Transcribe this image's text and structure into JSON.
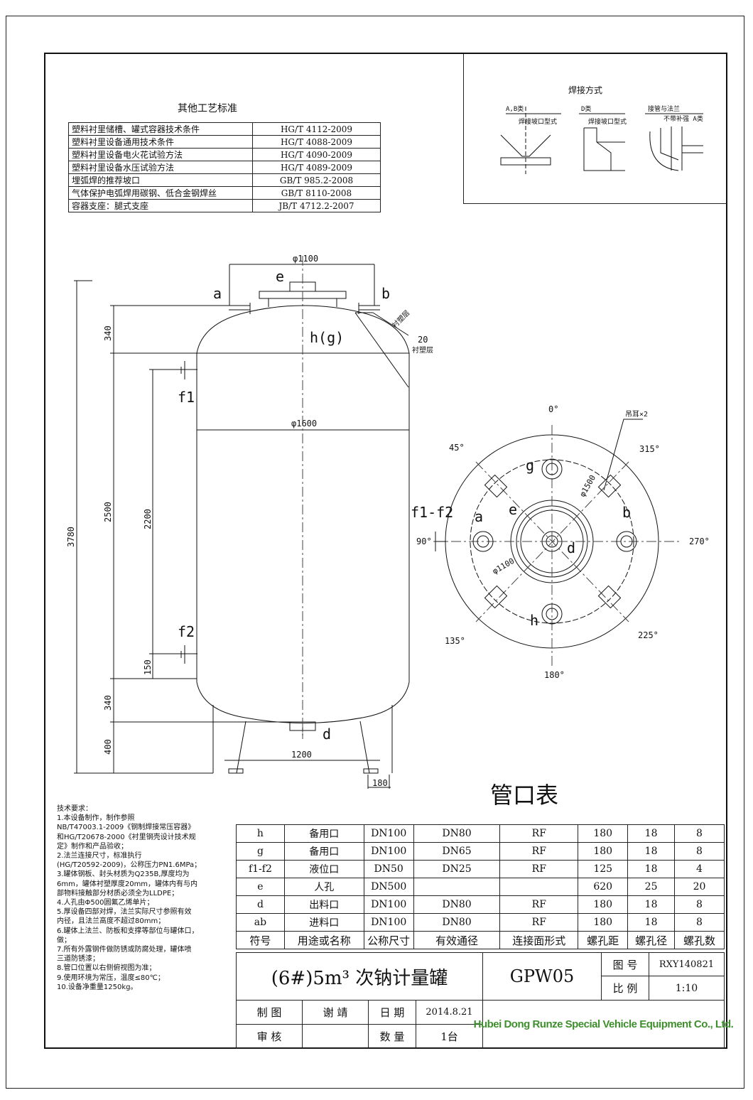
{
  "standards": {
    "title": "其他工艺标准",
    "rows": [
      {
        "name": "塑料衬里储槽、罐式容器技术条件",
        "code": "HG/T 4112-2009"
      },
      {
        "name": "塑料衬里设备通用技术条件",
        "code": "HG/T 4088-2009"
      },
      {
        "name": "塑料衬里设备电火花试验方法",
        "code": "HG/T 4090-2009"
      },
      {
        "name": "塑料衬里设备水压试验方法",
        "code": "HG/T 4089-2009"
      },
      {
        "name": "埋弧焊的推荐坡口",
        "code": "GB/T 985.2-2008"
      },
      {
        "name": "气体保护电弧焊用碳钢、低合金钢焊丝",
        "code": "GB/T 8110-2008"
      },
      {
        "name": "容器支座：腿式支座",
        "code": "JB/T 4712.2-2007"
      }
    ]
  },
  "welding": {
    "title": "焊接方式",
    "d1": "A,B类",
    "d1_sub": "焊接坡口型式",
    "d2": "D类",
    "d2_sub": "焊接坡口型式",
    "d3": "接管与法兰",
    "d3_sub": "不带补强 A类"
  },
  "elevation": {
    "dia_top": "φ1100",
    "dia_shell": "φ1600",
    "dia_legs": "1200",
    "leg_width": "180",
    "dim_total": "3780",
    "dim_head_top": "340",
    "dim_shell": "2500",
    "dim_head_bottom": "340",
    "dim_legs": "400",
    "dim_f": "2200",
    "dim_f2": "150",
    "lining": "20",
    "lining_label": "衬塑层",
    "lining_label2": "衬塑层",
    "label_a": "a",
    "label_b": "b",
    "label_e": "e",
    "label_f1": "f1",
    "label_f2": "f2",
    "label_d": "d",
    "label_hg": "h(g)"
  },
  "plan": {
    "deg_0": "0°",
    "deg_45": "45°",
    "deg_90": "90°",
    "deg_135": "135°",
    "deg_180": "180°",
    "deg_225": "225°",
    "deg_270": "270°",
    "deg_315": "315°",
    "bolt_circle": "φ1500",
    "manhole_dia": "φ1100",
    "lug_note": "吊耳×2",
    "label_g": "g",
    "label_h": "h",
    "label_a": "a",
    "label_b": "b",
    "label_e": "e",
    "label_d": "d",
    "label_f": "f1-f2"
  },
  "nozzle_table": {
    "title": "管口表",
    "header": [
      "符号",
      "用途或名称",
      "公称尺寸",
      "有效通径",
      "连接面形式",
      "螺孔距",
      "螺孔径",
      "螺孔数"
    ],
    "rows": [
      [
        "h",
        "备用口",
        "DN100",
        "DN80",
        "RF",
        "180",
        "18",
        "8"
      ],
      [
        "g",
        "备用口",
        "DN100",
        "DN65",
        "RF",
        "180",
        "18",
        "8"
      ],
      [
        "f1-f2",
        "液位口",
        "DN50",
        "DN25",
        "RF",
        "125",
        "18",
        "4"
      ],
      [
        "e",
        "人孔",
        "DN500",
        "",
        "",
        "620",
        "25",
        "20"
      ],
      [
        "d",
        "出料口",
        "DN100",
        "DN80",
        "RF",
        "180",
        "18",
        "8"
      ],
      [
        "ab",
        "进料口",
        "DN100",
        "DN80",
        "RF",
        "180",
        "18",
        "8"
      ]
    ]
  },
  "notes": {
    "lines": [
      "技术要求：",
      "1.本设备制作，制作参照",
      "  NB/T47003.1-2009《钢制焊接常压容器》",
      "  和HG/T20678-2000《衬里钢壳设计技术规",
      "  定》制作和产品验收；",
      "2.法兰连接尺寸，标准执行",
      "  (HG/T20592-2009)，公称压力PN1.6MPa；",
      "3.罐体钢板、封头材质为Q235B,厚度均为",
      "  6mm，罐体衬塑厚度20mm，罐体内有与内",
      "  部物料接触部分材质必须全为LLDPE；",
      "4.人孔由Φ500圆氟乙烯单片；",
      "5.厚设备四部对焊，法兰实际尺寸参照有效",
      "  内径，且法兰高度不超过80mm；",
      "6.罐体上法兰、防板和支撑等部位与罐体口，",
      "  做；",
      "7.所有外露钢件做防锈或防腐处理，罐体喷",
      "  三道防锈漆；",
      "8.管口位置以右侧俯视图为准；",
      "9.使用环境为常压，温度≤80℃；",
      "10.设备净重量1250kg。"
    ]
  },
  "title_block": {
    "name": "(6#)5m³ 次钠计量罐",
    "drawing_no": "GPW05",
    "figure_label": "图 号",
    "figure_value": "RXY140821",
    "scale_label": "比 例",
    "scale_value": "1:10",
    "drawn_label": "制 图",
    "drawn_value": "谢 靖",
    "date_label": "日 期",
    "date_value": "2014.8.21",
    "check_label": "审 核",
    "qty_label": "数 量",
    "qty_value": "1台",
    "company": "Hubei Dong Runze Special Vehicle Equipment Co., Ltd."
  },
  "colors": {
    "line": "#111111",
    "company": "#3f8f2e",
    "centerline": "#444444"
  }
}
